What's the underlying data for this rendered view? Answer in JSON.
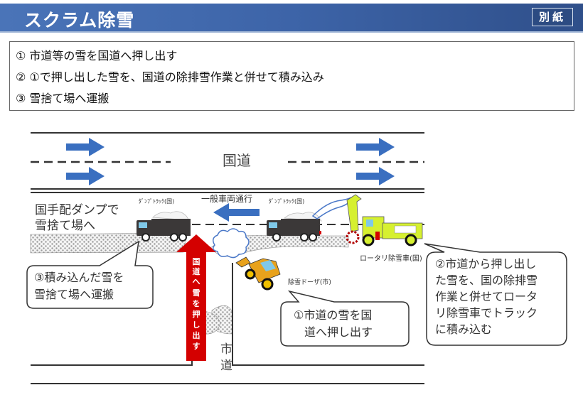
{
  "header": {
    "title": "スクラム除雪",
    "badge": "別紙"
  },
  "steps": [
    "① 市道等の雪を国道へ押し出す",
    "② ①で押し出した雪を、国道の除排雪作業と併せて積み込み",
    "③ 雪捨て場へ運搬"
  ],
  "diagram": {
    "national_road_label": "国道",
    "city_road_label": [
      "市",
      "道"
    ],
    "general_traffic_label": "一般車両通行",
    "dump_truck_label_left": "ﾀﾞﾝﾌﾟﾄﾗｯｸ(国)",
    "dump_truck_label_right": "ﾀﾞﾝﾌﾟﾄﾗｯｸ(国)",
    "rotary_label": "ロータリ除雪車(国)",
    "dozer_label": "除雪ドーザ(市)",
    "disposal_label": [
      "国手配ダンプで",
      "雪捨て場へ"
    ],
    "push_arrow_text": [
      "国",
      "道",
      "へ",
      "雪",
      "を",
      "押",
      "し",
      "出",
      "す"
    ],
    "callout_1": [
      "①市道の雪を国",
      "道へ押し出す"
    ],
    "callout_2": [
      "②市道から押し出し",
      "た雪を、国の除排雪",
      "作業と併せてロータ",
      "リ除雪車でトラック",
      "に積み込む"
    ],
    "callout_3": [
      "③積み込んだ雪を",
      "雪捨て場へ運搬"
    ]
  },
  "colors": {
    "header_blue": "#3d64a8",
    "arrow_blue": "#3a6fc0",
    "push_red": "#d40000",
    "truck_body": "#3b3838",
    "rotary_green": "#d6f030",
    "dozer_orange": "#e8a21c"
  }
}
